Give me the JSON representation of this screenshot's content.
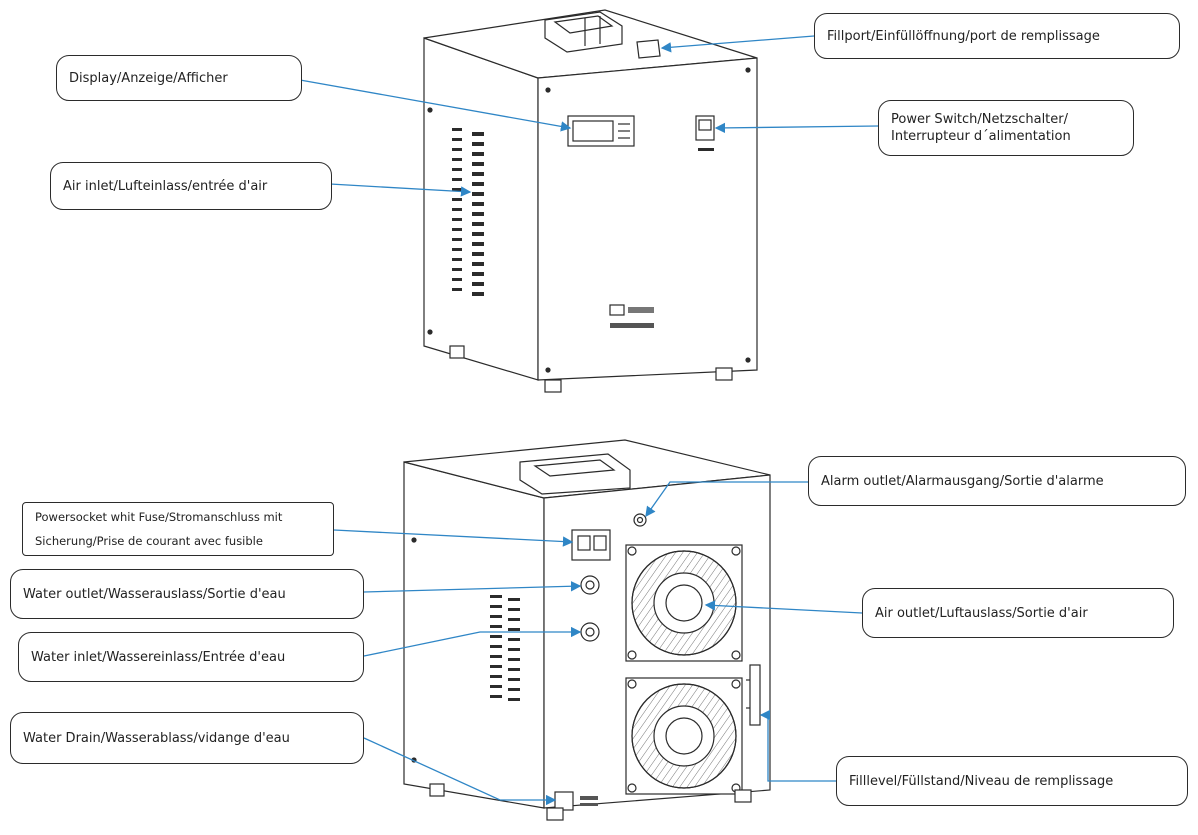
{
  "callouts": {
    "fillport": "Fillport/Einfüllöffnung/port de remplissage",
    "display": "Display/Anzeige/Afficher",
    "power_switch": [
      "Power Switch/Netzschalter/",
      "Interrupteur d´alimentation"
    ],
    "air_inlet": "Air inlet/Lufteinlass/entrée d'air",
    "alarm_outlet": "Alarm outlet/Alarmausgang/Sortie d'alarme",
    "power_socket": [
      "Powersocket whit Fuse/Stromanschluss mit",
      "Sicherung/Prise de courant avec fusible"
    ],
    "water_outlet": "Water outlet/Wasserauslass/Sortie d'eau",
    "air_outlet": "Air outlet/Luftauslass/Sortie d'air",
    "water_inlet": "Water inlet/Wassereinlass/Entrée d'eau",
    "water_drain": "Water Drain/Wasserablass/vidange d'eau",
    "fill_level": "Filllevel/Füllstand/Niveau de remplissage"
  },
  "colors": {
    "leader": "#2f86c6",
    "outline": "#2b2b2b"
  }
}
